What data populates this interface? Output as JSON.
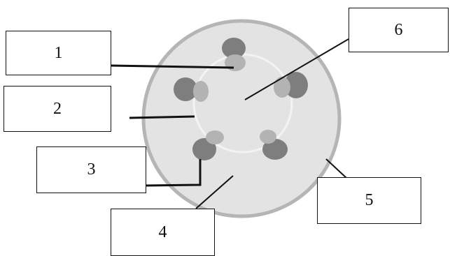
{
  "labels": {
    "label_1": "1",
    "label_2": "2",
    "label_3": "3",
    "label_4": "4",
    "label_5": "5",
    "label_6": "6"
  },
  "colors": {
    "outer_fill": "#e3e3e3",
    "outer_ring": "#b5b5b5",
    "inner_ring": "#f2f2f2",
    "bundle_dark": "#7e7e7e",
    "bundle_light": "#b3b3b3",
    "line": "#111111"
  }
}
